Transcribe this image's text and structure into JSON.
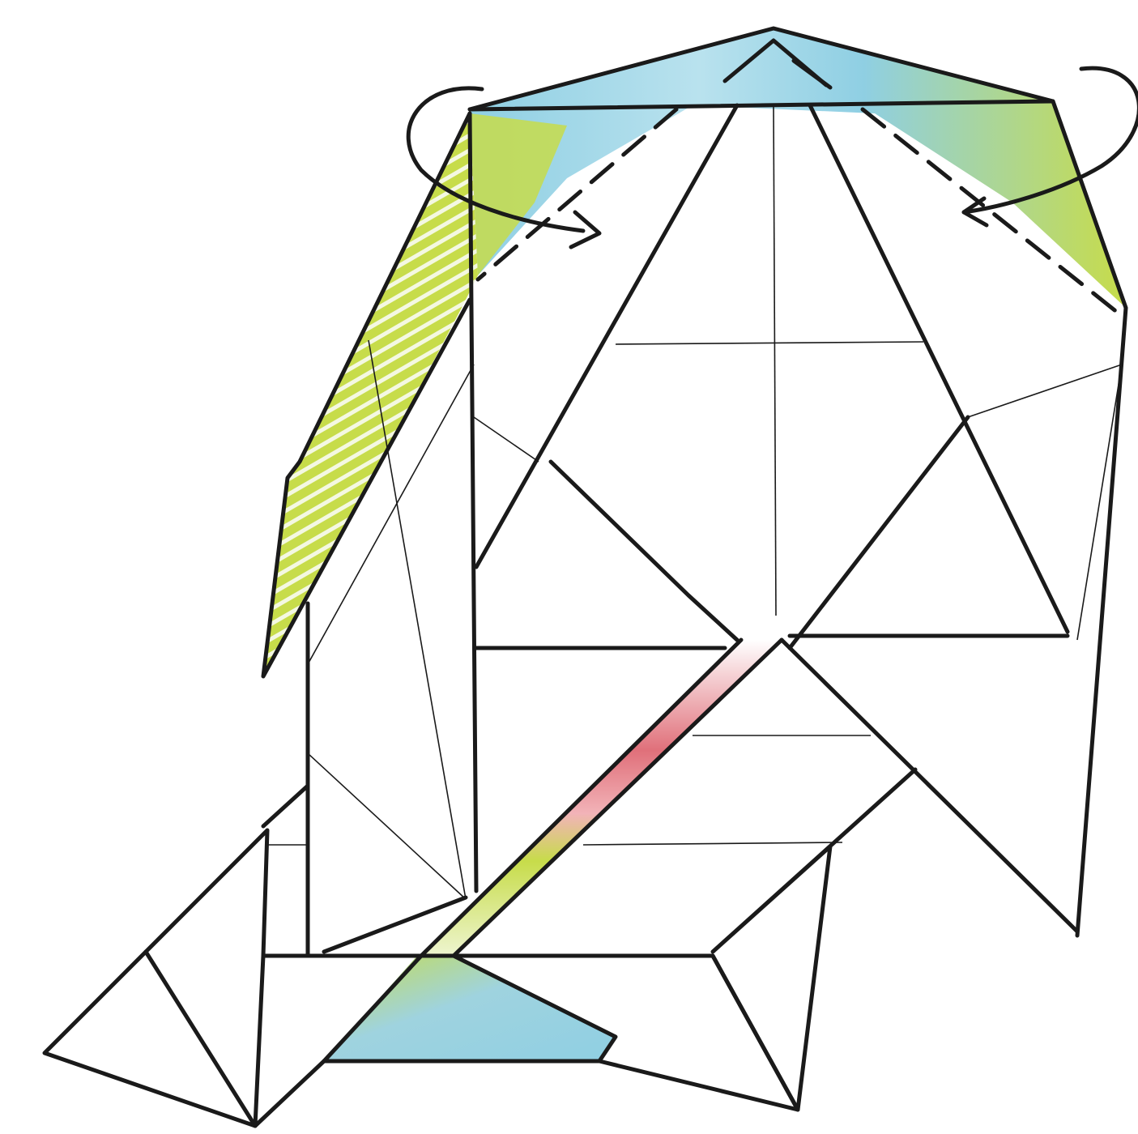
{
  "diagram": {
    "type": "origami-fold-diagram",
    "symbols": [
      "turn-over-arrow-left",
      "turn-over-arrow-right",
      "valley-fold-line-left",
      "valley-fold-line-right",
      "fold-direction-arrow-left",
      "fold-direction-arrow-right",
      "reference-mark-top"
    ],
    "colors": {
      "line": "#1a1a1a",
      "paper_white": "#ffffff",
      "pattern_blue": "#8fcfe3",
      "pattern_lime": "#c7dc4a",
      "pattern_pink": "#e0707a"
    }
  }
}
